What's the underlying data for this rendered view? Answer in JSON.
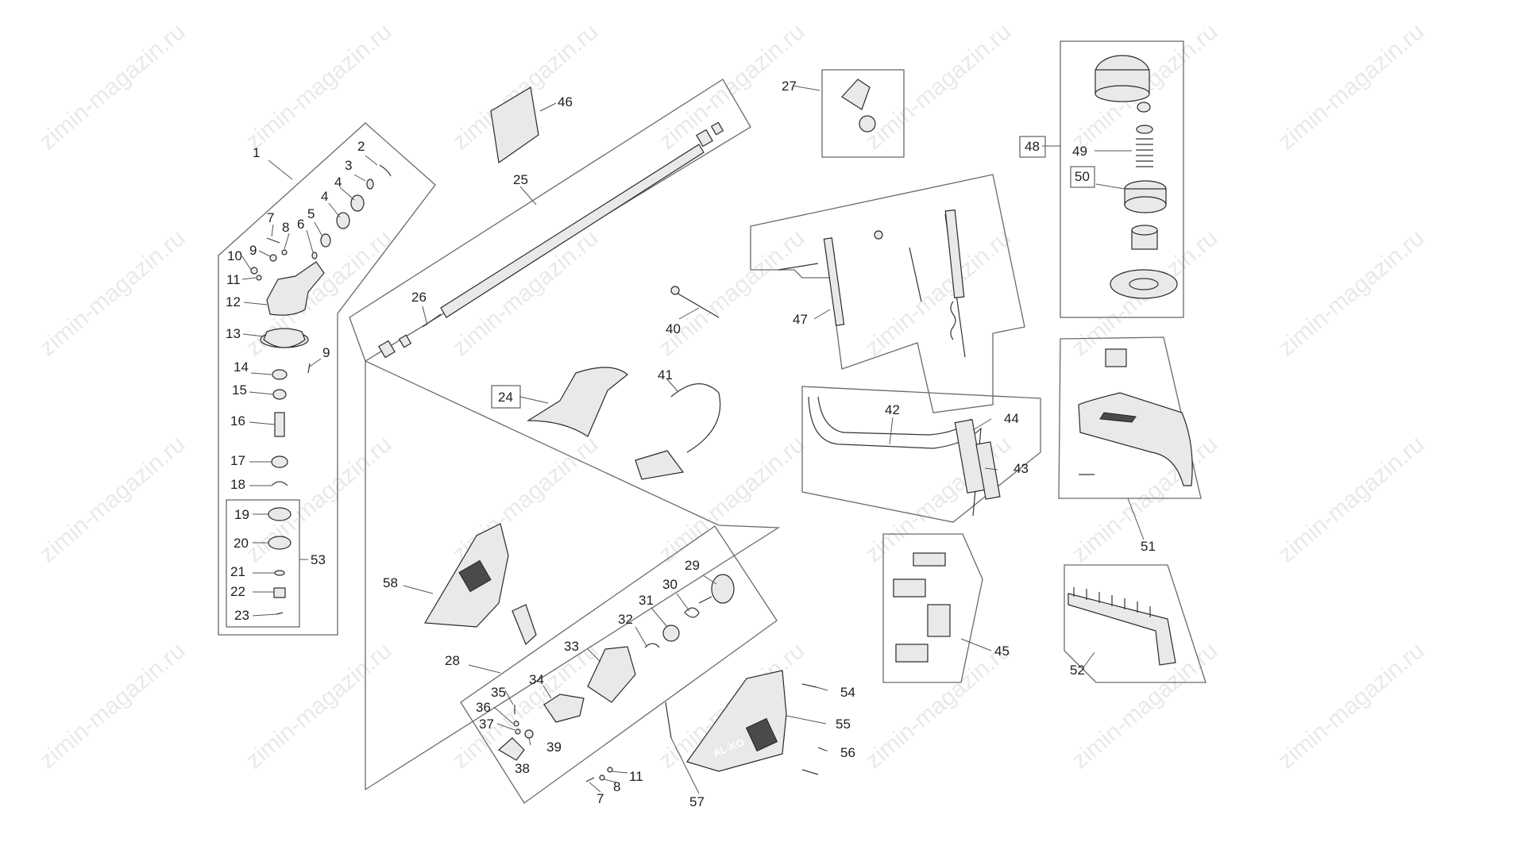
{
  "watermark": "zimin-magazin.ru",
  "labels": {
    "l1": "1",
    "l2": "2",
    "l3": "3",
    "l4a": "4",
    "l4b": "4",
    "l5": "5",
    "l6": "6",
    "l7a": "7",
    "l8a": "8",
    "l9a": "9",
    "l9b": "9",
    "l10": "10",
    "l11a": "11",
    "l12": "12",
    "l13": "13",
    "l14": "14",
    "l15": "15",
    "l16": "16",
    "l17": "17",
    "l18": "18",
    "l19": "19",
    "l20": "20",
    "l21": "21",
    "l22": "22",
    "l23": "23",
    "l24": "24",
    "l25": "25",
    "l26": "26",
    "l27": "27",
    "l28": "28",
    "l29": "29",
    "l30": "30",
    "l31": "31",
    "l32": "32",
    "l33": "33",
    "l34": "34",
    "l35": "35",
    "l36": "36",
    "l37": "37",
    "l38": "38",
    "l39": "39",
    "l40": "40",
    "l41": "41",
    "l42": "42",
    "l43": "43",
    "l44": "44",
    "l45": "45",
    "l46": "46",
    "l47": "47",
    "l48": "48",
    "l49": "49",
    "l50": "50",
    "l51": "51",
    "l52": "52",
    "l53": "53",
    "l54": "54",
    "l55": "55",
    "l56": "56",
    "l57": "57",
    "l58": "58",
    "l7b": "7",
    "l8b": "8",
    "l11b": "11"
  },
  "brand_text": "AL-KO"
}
